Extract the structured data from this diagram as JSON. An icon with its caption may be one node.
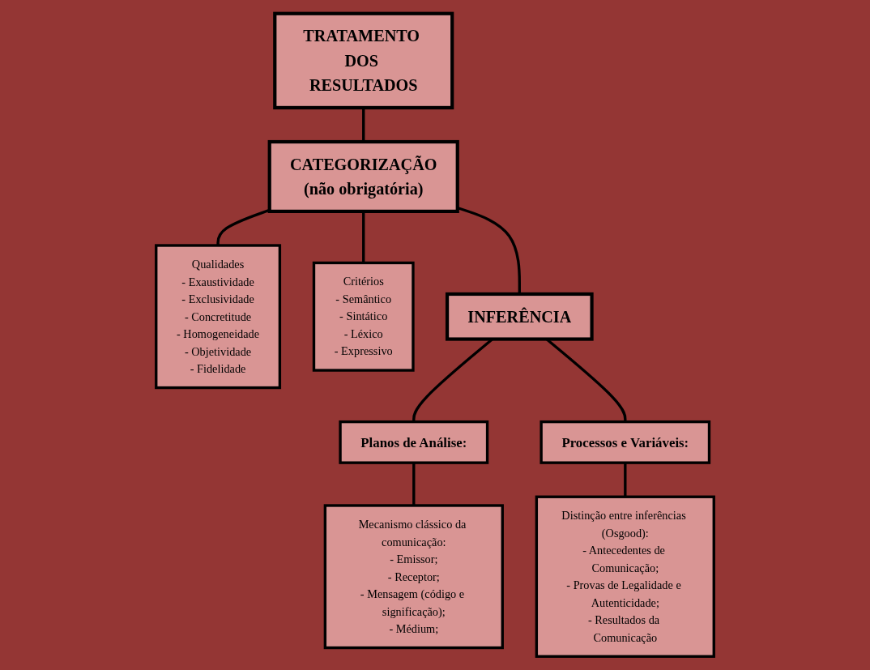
{
  "diagram": {
    "nodes": [
      {
        "text": [
          "TRATAMENTO DOS RESULTADOS"
        ]
      },
      {
        "text": [
          "Qualidades",
          "- Exaustividade",
          "- Exclusividade",
          "- Concretitude",
          "- Homogeneidade",
          "- Objetividade",
          "- Fidelidade"
        ]
      },
      {
        "text": [
          "CATEGORIZAÇÃO",
          "(não obrigatória)"
        ]
      },
      {
        "text": [
          "Critérios",
          "- Semântico",
          "- Sintático",
          "- Léxico",
          "- Expressivo"
        ]
      },
      {
        "text": [
          "Planos de Análise:"
        ]
      },
      {
        "text": [
          "INFERÊNCIA"
        ]
      },
      {
        "text": [
          "Processos e Variáveis:"
        ]
      },
      {
        "text": [
          "Mecanismo clássico da comunicação:",
          "- Emissor;",
          "- Receptor;",
          "- Mensagem (código e significação);",
          "- Médium;"
        ]
      },
      {
        "text": [
          "Distinção entre inferências (Osgood):",
          "- Antecedentes de Comunicação;",
          "- Provas de Legalidade e Autenticidade;",
          "- Resultados da Comunicação"
        ]
      }
    ],
    "edges": [
      {
        "from": 0,
        "to": 2,
        "arrow": "none"
      },
      {
        "from": 2,
        "to": 1,
        "arrow": "none"
      },
      {
        "from": 2,
        "to": 3,
        "arrow": "none"
      },
      {
        "from": 2,
        "to": 5,
        "arrow": "none"
      },
      {
        "from": 5,
        "to": 4,
        "arrow": "none"
      },
      {
        "from": 5,
        "to": 6,
        "arrow": "none"
      },
      {
        "from": 4,
        "to": 7,
        "arrow": "none"
      },
      {
        "from": 6,
        "to": 8,
        "arrow": "none"
      }
    ]
  }
}
